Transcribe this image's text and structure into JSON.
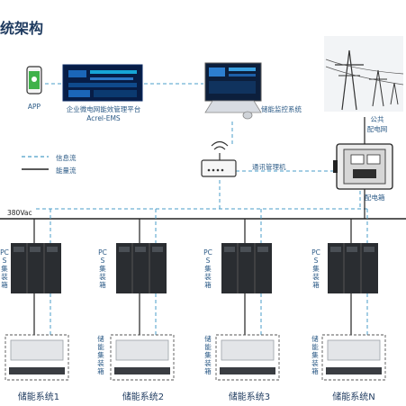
{
  "title": "统架构",
  "app": {
    "label": "APP"
  },
  "ems": {
    "line1": "企业微电网能效管理平台",
    "line2": "Acrel-EMS"
  },
  "monitor": {
    "label": "储能监控系统"
  },
  "grid": {
    "line1": "公共",
    "line2": "配电网"
  },
  "comm": {
    "label": "通讯管理机"
  },
  "cabinet": {
    "label": "配电箱"
  },
  "legend": {
    "info": "信息流",
    "energy": "能量流"
  },
  "bus": {
    "voltage": "380Vac"
  },
  "pcs": {
    "text": "PCS集装箱"
  },
  "storage": {
    "text": "储能集装箱"
  },
  "systems": [
    "储能系统1",
    "储能系统2",
    "储能系统3",
    "储能系统N"
  ],
  "colors": {
    "info_flow": "#4a9ec8",
    "energy_flow": "#222222",
    "text": "#2b5a86"
  },
  "icons": [
    "phone-icon",
    "ems-screen-icon",
    "monitor-icon",
    "router-icon",
    "power-tower-icon",
    "cabinet-icon",
    "pcs-container-icon",
    "battery-container-icon"
  ]
}
